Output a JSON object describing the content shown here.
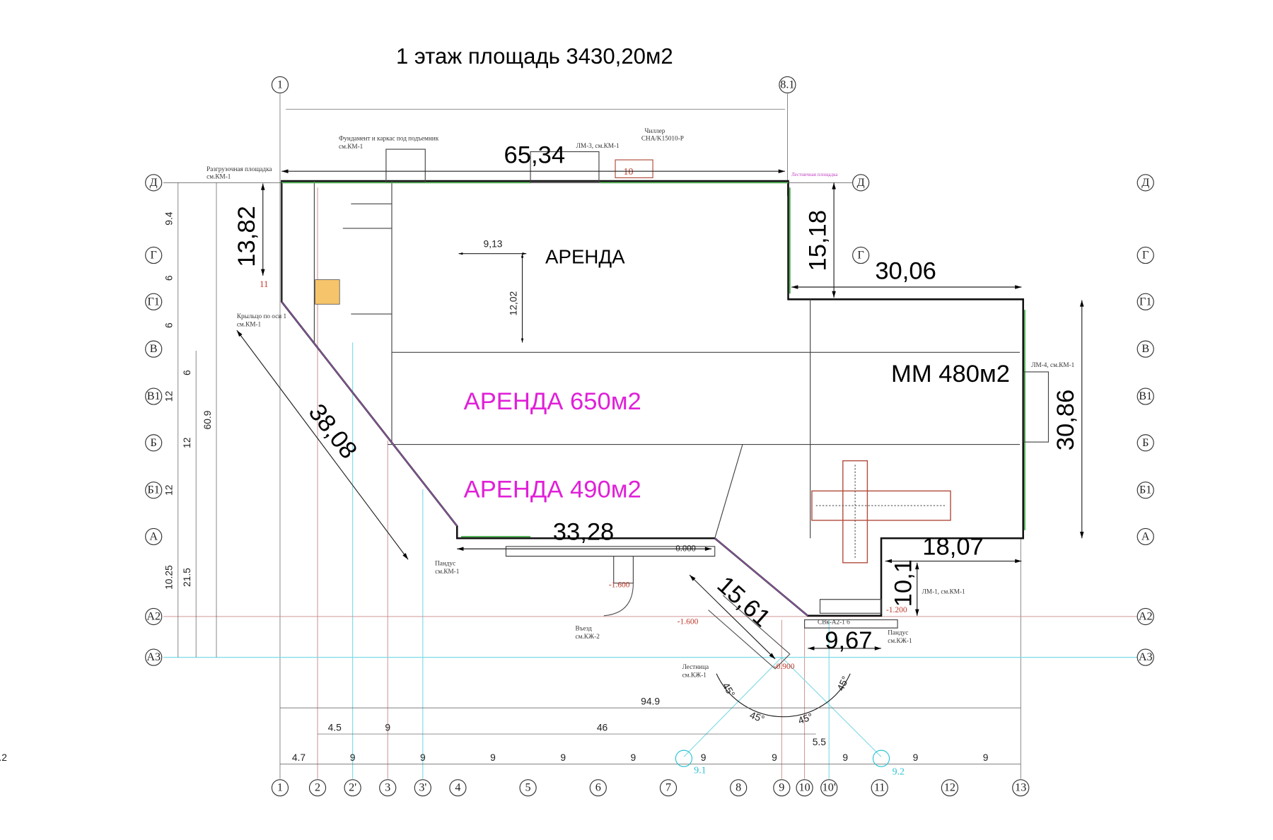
{
  "title": "1 этаж площадь 3430,20м2",
  "axes": {
    "top": [
      "1",
      "8.1"
    ],
    "bottom": [
      "1",
      "2",
      "2'",
      "3",
      "3'",
      "4",
      "5",
      "6",
      "7",
      "8",
      "9",
      "10",
      "10'",
      "11",
      "12",
      "13"
    ],
    "rows": [
      "Д",
      "Г",
      "Г1",
      "В",
      "В1",
      "Б",
      "Б1",
      "А",
      "А2",
      "А3"
    ],
    "aux": [
      "9.1",
      "9.2"
    ]
  },
  "rooms": {
    "arenda": "АРЕНДА",
    "arenda_650": "АРЕНДА 650м2",
    "arenda_490": "АРЕНДА 490м2",
    "mm": "ММ 480м2"
  },
  "dimensions": {
    "top": "65,34",
    "left": "13,82",
    "right_upper": "15,18",
    "mm_width": "30,06",
    "mm_height": "30,86",
    "diagonal_left": "38,08",
    "bottom": "33,28",
    "bottom_right": "18,07",
    "diagonal_entry": "15,61",
    "entry_height": "10,1",
    "entry_width": "9,67",
    "inner_w": "9,13",
    "inner_h": "12,02"
  },
  "left_dims": {
    "d94": "9.4",
    "d6a": "6",
    "d6b": "6",
    "d6c": "6",
    "d12a": "12",
    "d12b": "12",
    "d12c": "12",
    "d609": "60.9",
    "d1025": "10.25",
    "d215": "21.5"
  },
  "bottom_dims": {
    "total": "94.9",
    "row2": [
      "4.5",
      "9",
      "46",
      "5.5"
    ],
    "row3": [
      "4.7",
      "9",
      "9",
      "9",
      "9",
      "9",
      "9",
      "9",
      "9",
      "9",
      "9",
      "9.2"
    ]
  },
  "angles": [
    "45°",
    "45°",
    "45°",
    "45°"
  ],
  "notes": {
    "lift_l1": "Фундамент и каркас под подъемник",
    "lift_l2": "см.КМ-1",
    "unload_l1": "Разгрузочная площадка",
    "unload_l2": "см.КМ-1",
    "porch_l1": "Крыльцо по оси 1",
    "porch_l2": "см.КМ-1",
    "lm3": "ЛМ-3, см.КМ-1",
    "chiller_l1": "Чиллер",
    "chiller_l2": "CHA/K15010-P",
    "chiller_num": "10",
    "purple": "Лестничная площадка",
    "ramp1_l1": "Пандус",
    "ramp1_l2": "см.КМ-1",
    "entry_l1": "Въезд",
    "entry_l2": "см.КЖ-2",
    "stair_l1": "Лестница",
    "stair_l2": "см.КЖ-1",
    "lm4": "ЛМ-4, см.КМ-1",
    "lm1": "ЛМ-1, см.КМ-1",
    "svk": "СВк-А2-1 б",
    "ramp2_l1": "Пандус",
    "ramp2_l2": "см.КЖ-1",
    "room11": "11"
  },
  "levels": {
    "zero": "0.000",
    "m1600a": "-1.600",
    "m1600b": "-1.600",
    "m1200": "-1.200",
    "m900": "-0.900"
  },
  "colors": {
    "magenta": "#e020d8",
    "cyan": "#29c3d6",
    "wall": "#111111",
    "green": "#4caf50"
  }
}
